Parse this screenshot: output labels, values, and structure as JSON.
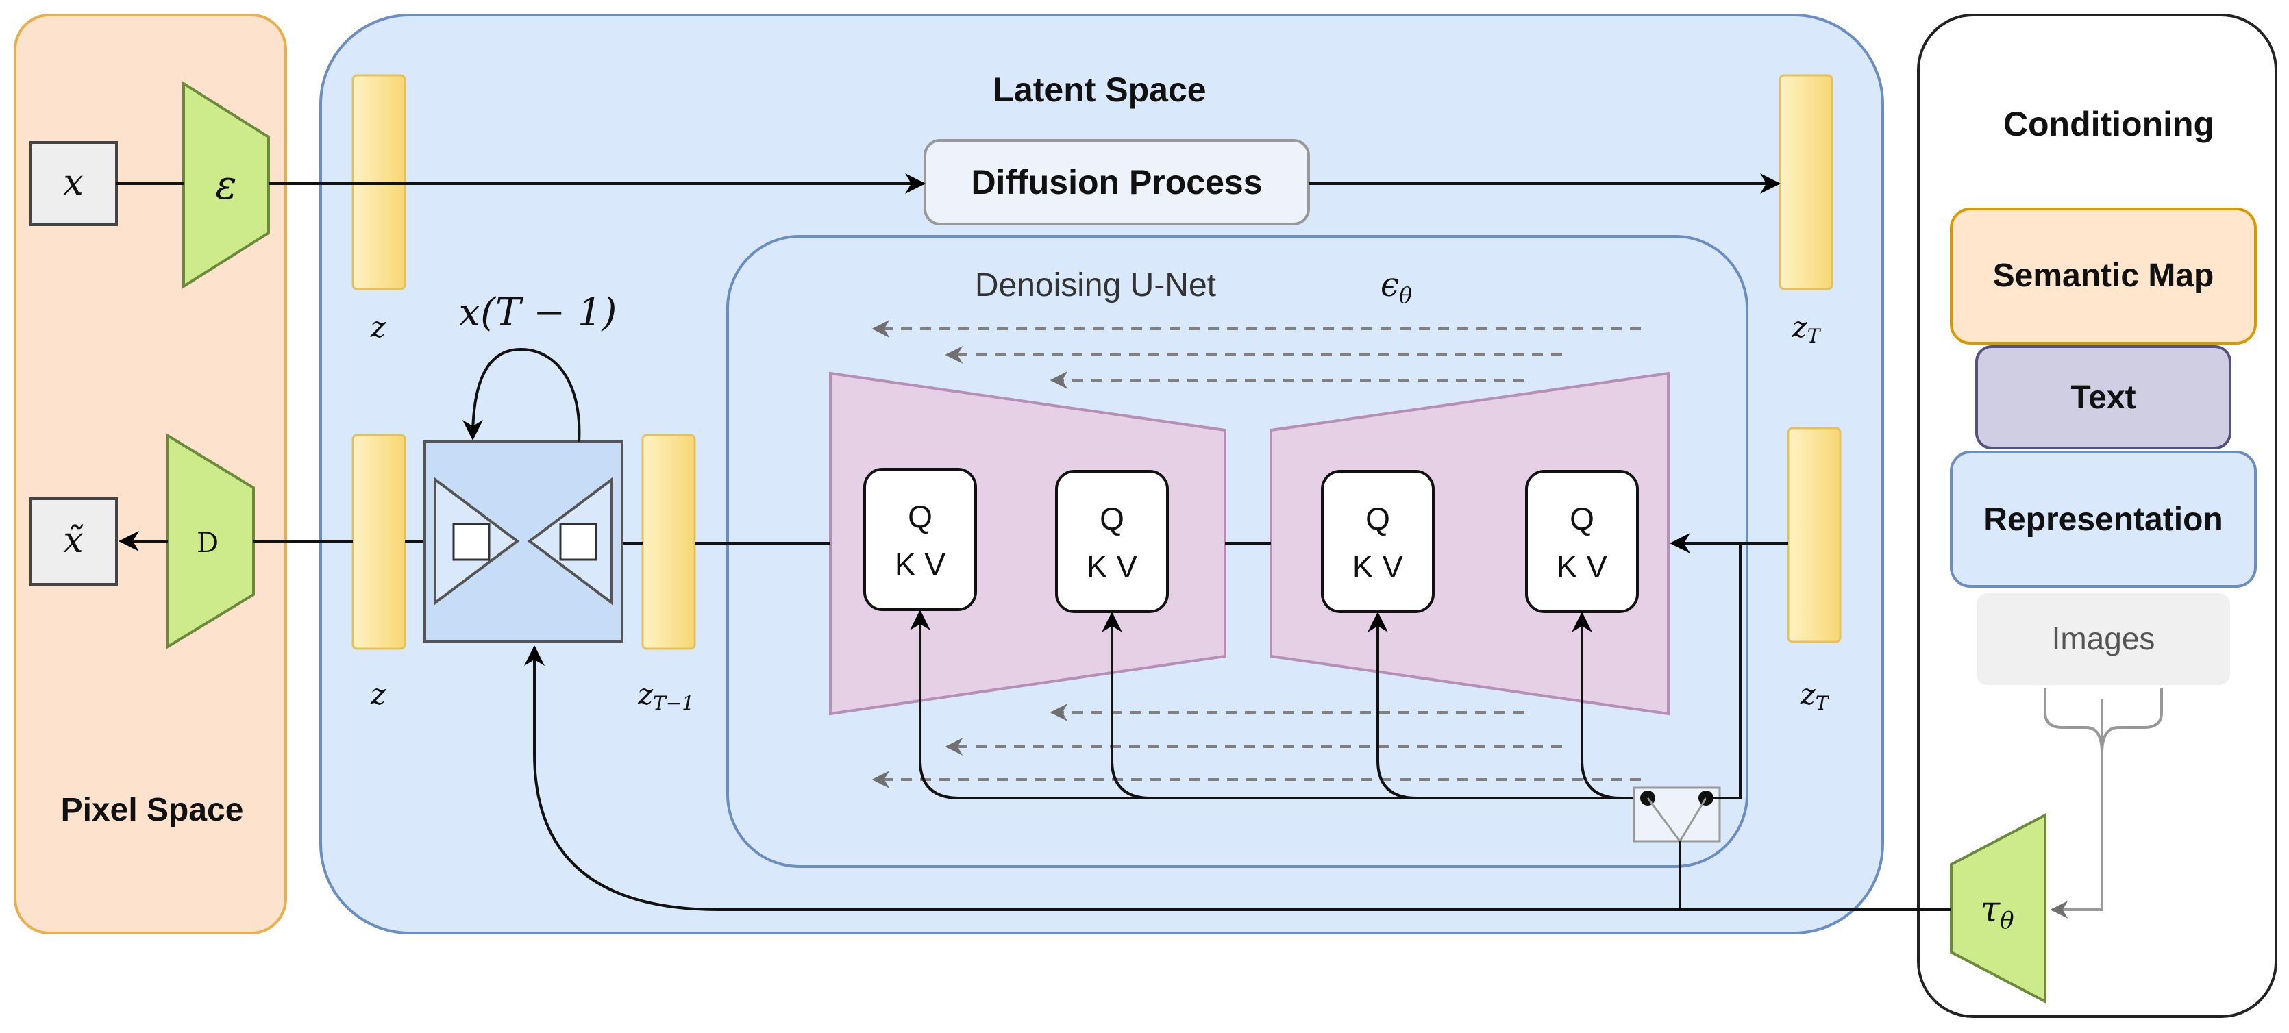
{
  "pixel_space": {
    "title": "Pixel Space"
  },
  "latent_space": {
    "title": "Latent Space"
  },
  "conditioning": {
    "title": "Conditioning",
    "items": [
      "Semantic Map",
      "Text",
      "Representation",
      "Images"
    ]
  },
  "nodes": {
    "x": "x",
    "x_tilde": "x̃",
    "encoder": "ε",
    "decoder": "D",
    "tau": "τ",
    "tau_sub": "θ"
  },
  "diffusion": {
    "label": "Diffusion Process"
  },
  "unet": {
    "label": "Denoising U-Net",
    "epsilon": "ϵ",
    "epsilon_sub": "θ"
  },
  "attention": {
    "q": "Q",
    "kv": "K V"
  },
  "latents": {
    "z_top": "z",
    "z_bottom": "z",
    "zT_top": "z",
    "zT_top_sub": "T",
    "zT_bottom": "z",
    "zT_bottom_sub": "T",
    "z_T_minus_1": "z",
    "z_T_minus_1_sub": "T−1"
  },
  "loop": {
    "label": "x(T − 1)"
  },
  "colors": {
    "pixel_fill": "#fde3cd",
    "pixel_stroke": "#e8b04b",
    "latent_fill": "#dae8fc",
    "latent_stroke": "#6c8ebf",
    "green": "#cdeb8b",
    "green_stroke": "#6d8a3c",
    "yellow": "#fde68e",
    "pink": "#e6d0e6",
    "pink_stroke": "#b58fb5",
    "semantic_fill": "#ffe6cc",
    "semantic_stroke": "#d79b00",
    "text_fill": "#d0cee2",
    "text_stroke": "#56517e",
    "images_fill": "#f0f0f0"
  }
}
